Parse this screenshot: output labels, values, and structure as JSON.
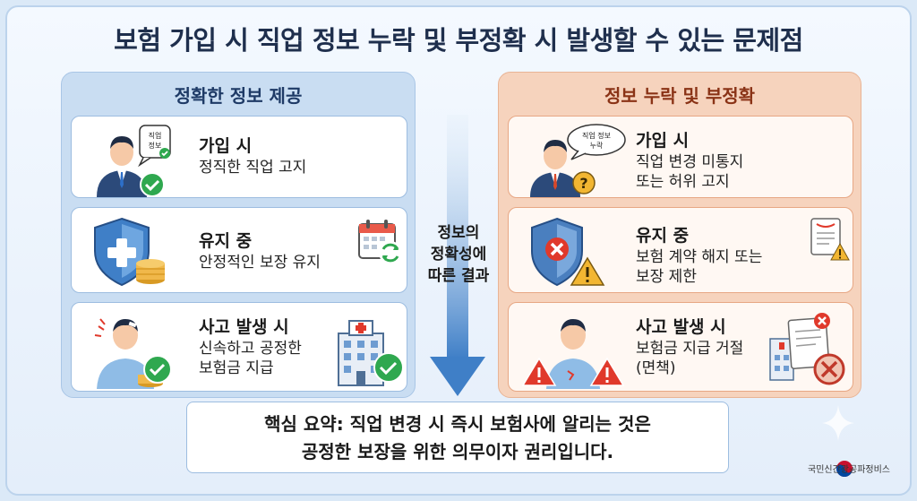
{
  "title": "보험 가입 시 직업 정보 누락 및 부정확 시 발생할 수 있는 문제점",
  "left_panel": {
    "header": "정확한 정보 제공",
    "cards": [
      {
        "heading": "가입 시",
        "desc": "정직한 직업 고지",
        "bubble": "직업\n정보"
      },
      {
        "heading": "유지 중",
        "desc": "안정적인 보장 유지"
      },
      {
        "heading": "사고 발생 시",
        "desc": "신속하고 공정한\n보험금 지급"
      }
    ]
  },
  "center": {
    "arrow_label": "정보의\n정확성에\n따른 결과"
  },
  "right_panel": {
    "header": "정보 누락 및 부정확",
    "cards": [
      {
        "heading": "가입 시",
        "desc": "직업 변경 미통지\n 또는 허위 고지",
        "bubble": "직업 정보\n누락"
      },
      {
        "heading": "유지 중",
        "desc": "보험 계약 해지 또는\n보장 제한"
      },
      {
        "heading": "사고 발생 시",
        "desc": "보험금 지급 거절\n(면책)"
      }
    ]
  },
  "summary": {
    "line1": "핵심 요약: 직업 변경 시 즉시 보험사에 알리는 것은",
    "line2": "공정한 보장을 위한 의무이자 권리입니다."
  },
  "logo": {
    "text": "국민신간광공파정비스"
  },
  "colors": {
    "left_panel": "#c9ddf2",
    "right_panel": "#f6d3bd",
    "check_green": "#2fa84f",
    "warn_red": "#e0392b",
    "warn_yellow": "#f2b632",
    "arrow_blue": "#3f7fc7"
  },
  "icons": {
    "left": [
      "person-document-check-icon",
      "shield-coins-icon",
      "calendar-refresh-icon",
      "injured-person-check-icon",
      "hospital-check-icon"
    ],
    "right": [
      "person-question-icon",
      "shield-x-warning-icon",
      "document-warning-icon",
      "person-alert-icon",
      "claim-rejected-icon"
    ]
  }
}
